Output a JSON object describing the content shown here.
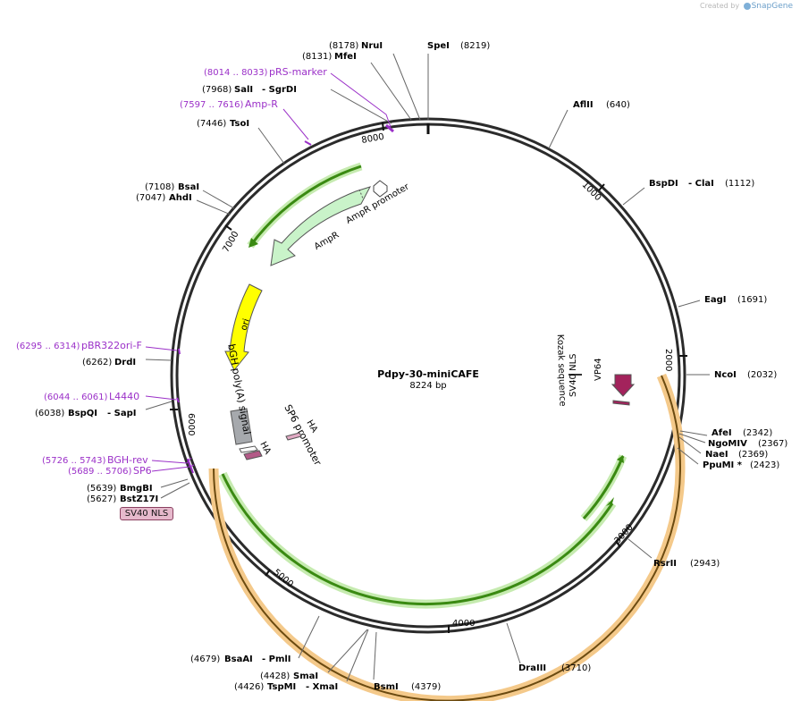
{
  "credit": {
    "prefix": "Created by",
    "brand": "SnapGene"
  },
  "plasmid": {
    "name": "Pdpy-30-miniCAFE",
    "length": "8224 bp"
  },
  "ticks": [
    "1000",
    "2000",
    "3000",
    "4000",
    "5000",
    "6000",
    "7000",
    "8000"
  ],
  "features": {
    "ampr_promoter": "AmpR promoter",
    "ampr": "AmpR",
    "ori": "ori",
    "bgh": "bGH poly(A) signal",
    "sp6": "SP6 promoter",
    "ha_left": "HA",
    "ha_right": "HA",
    "kozak": "Kozak sequence",
    "sv40": "SV40 NLS",
    "vp64": "VP64",
    "sv40_badge": "SV40 NLS"
  },
  "sites": [
    {
      "key": "spe",
      "name": "SpeI",
      "pos": "(8219)"
    },
    {
      "key": "nru",
      "name": "NruI",
      "pos": "(8178)"
    },
    {
      "key": "mfe",
      "name": "MfeI",
      "pos": "(8131)"
    },
    {
      "key": "sal",
      "name": "SalI",
      "extra": "- SgrDI",
      "pos": "(7968)"
    },
    {
      "key": "tso",
      "name": "TsoI",
      "pos": "(7446)"
    },
    {
      "key": "bsa",
      "name": "BsaI",
      "pos": "(7108)"
    },
    {
      "key": "ahd",
      "name": "AhdI",
      "pos": "(7047)"
    },
    {
      "key": "drd",
      "name": "DrdI",
      "pos": "(6262)"
    },
    {
      "key": "bspqi",
      "name": "BspQI",
      "extra": "- SapI",
      "pos": "(6038)"
    },
    {
      "key": "bmgb",
      "name": "BmgBI",
      "pos": "(5639)"
    },
    {
      "key": "bst",
      "name": "BstZ17I",
      "pos": "(5627)"
    },
    {
      "key": "afl",
      "name": "AflII",
      "pos": "(640)"
    },
    {
      "key": "bspdi",
      "name": "BspDI",
      "extra": "- ClaI",
      "pos": "(1112)"
    },
    {
      "key": "eag",
      "name": "EagI",
      "pos": "(1691)"
    },
    {
      "key": "nco",
      "name": "NcoI",
      "pos": "(2032)"
    },
    {
      "key": "afe",
      "name": "AfeI",
      "pos": "(2342)"
    },
    {
      "key": "ngo",
      "name": "NgoMIV",
      "pos": "(2367)"
    },
    {
      "key": "nae",
      "name": "NaeI",
      "pos": "(2369)"
    },
    {
      "key": "ppu",
      "name": "PpuMI *",
      "pos": "(2423)"
    },
    {
      "key": "rsr",
      "name": "RsrII",
      "pos": "(2943)"
    },
    {
      "key": "dra",
      "name": "DraIII",
      "pos": "(3710)"
    },
    {
      "key": "bsm",
      "name": "BsmI",
      "pos": "(4379)"
    },
    {
      "key": "bsaa",
      "name": "BsaAI",
      "extra": "- PmlI",
      "pos": "(4679)"
    },
    {
      "key": "sma",
      "name": "SmaI",
      "pos": "(4428)"
    },
    {
      "key": "tspm",
      "name": "TspMI",
      "extra": "- XmaI",
      "pos": "(4426)"
    }
  ],
  "primers": [
    {
      "key": "prs",
      "name": "pRS-marker",
      "pos": "(8014 .. 8033)"
    },
    {
      "key": "ampr",
      "name": "Amp-R",
      "pos": "(7597 .. 7616)"
    },
    {
      "key": "pbr",
      "name": "pBR322ori-F",
      "pos": "(6295 .. 6314)"
    },
    {
      "key": "l4440",
      "name": "L4440",
      "pos": "(6044 .. 6061)"
    },
    {
      "key": "bgh",
      "name": "BGH-rev",
      "pos": "(5726 .. 5743)"
    },
    {
      "key": "sp6",
      "name": "SP6",
      "pos": "(5689 .. 5706)"
    }
  ],
  "colors": {
    "backbone": "#2b2b2b",
    "site_label": "#000000",
    "primer": "#9b30c8",
    "cds_green": "#3a8a12",
    "orange_band": "#f4c98a",
    "ampr_fill": "#c9f3c9",
    "ori_fill": "#ffff00",
    "bgh_fill": "#a6a9ad",
    "nls_fill": "#a3235c",
    "badge_fill": "#e6b9cc"
  }
}
